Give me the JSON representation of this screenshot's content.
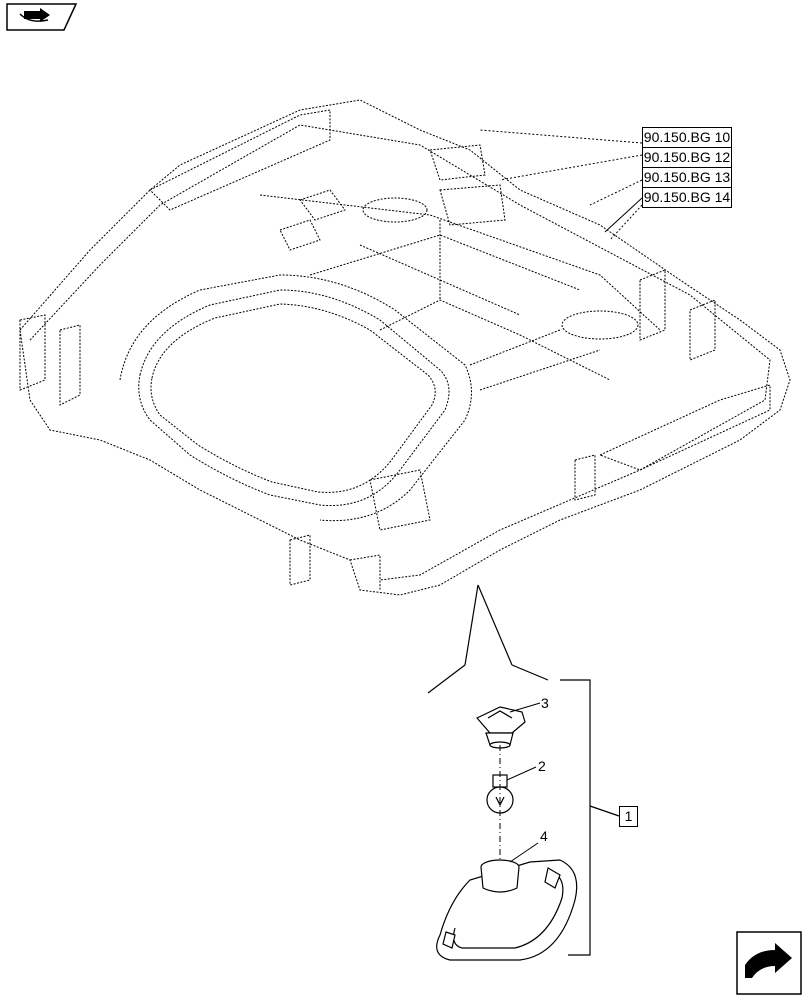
{
  "references": [
    {
      "label": "90.150.BG 10"
    },
    {
      "label": "90.150.BG 12"
    },
    {
      "label": "90.150.BG 13"
    },
    {
      "label": "90.150.BG 14"
    }
  ],
  "callouts": {
    "item_1": "1",
    "item_2": "2",
    "item_3": "3",
    "item_4": "4"
  },
  "icons": {
    "top_left": "book-arrow-icon",
    "bottom_right": "next-page-arrow-icon"
  },
  "colors": {
    "line": "#000000",
    "background": "#ffffff"
  }
}
